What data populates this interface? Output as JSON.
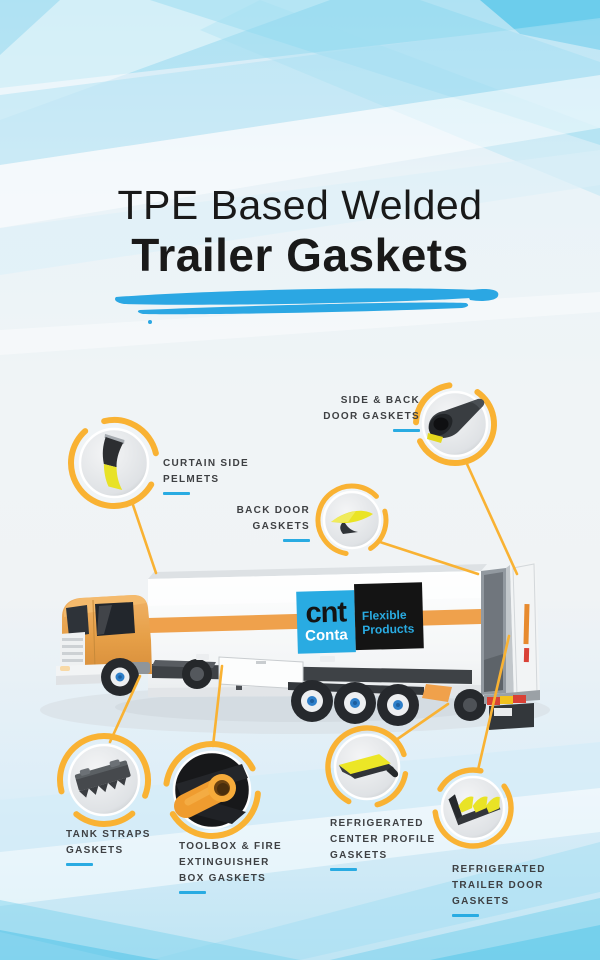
{
  "title": {
    "line1": "TPE Based Welded",
    "line2": "Trailer Gaskets"
  },
  "truck_logo": {
    "brand_short": "cnt",
    "brand_name": "Conta",
    "tagline_line1": "Flexible",
    "tagline_line2": "Products"
  },
  "callouts": [
    {
      "icon": "curtain-pelmet-gasket",
      "label_lines": [
        "CURTAIN SIDE",
        "PELMETS"
      ]
    },
    {
      "icon": "door-tube-gasket",
      "label_lines": [
        "SIDE & BACK",
        "DOOR GASKETS"
      ]
    },
    {
      "icon": "flap-gasket",
      "label_lines": [
        "BACK DOOR",
        "GASKETS"
      ]
    },
    {
      "icon": "ribbed-strap-gasket",
      "label_lines": [
        "TANK STRAPS",
        "GASKETS"
      ]
    },
    {
      "icon": "tube-profile-gasket",
      "label_lines": [
        "TOOLBOX & FIRE",
        "EXTINGUISHER",
        "BOX GASKETS"
      ]
    },
    {
      "icon": "center-profile-gasket",
      "label_lines": [
        "REFRIGERATED",
        "CENTER PROFILE",
        "GASKETS"
      ]
    },
    {
      "icon": "finned-door-gasket",
      "label_lines": [
        "REFRIGERATED",
        "TRAILER DOOR",
        "GASKETS"
      ]
    }
  ],
  "colors": {
    "accent_yellow": "#F9B233",
    "underline_blue": "#29ABE2",
    "brush_blue": "#2BA7E3",
    "truck_orange": "#E9A54F",
    "trailer_stripe_orange": "#EFA14C",
    "logo_blue": "#29ABE2",
    "logo_black": "#141414",
    "label_text": "#3E4043",
    "title_text": "#191919"
  }
}
